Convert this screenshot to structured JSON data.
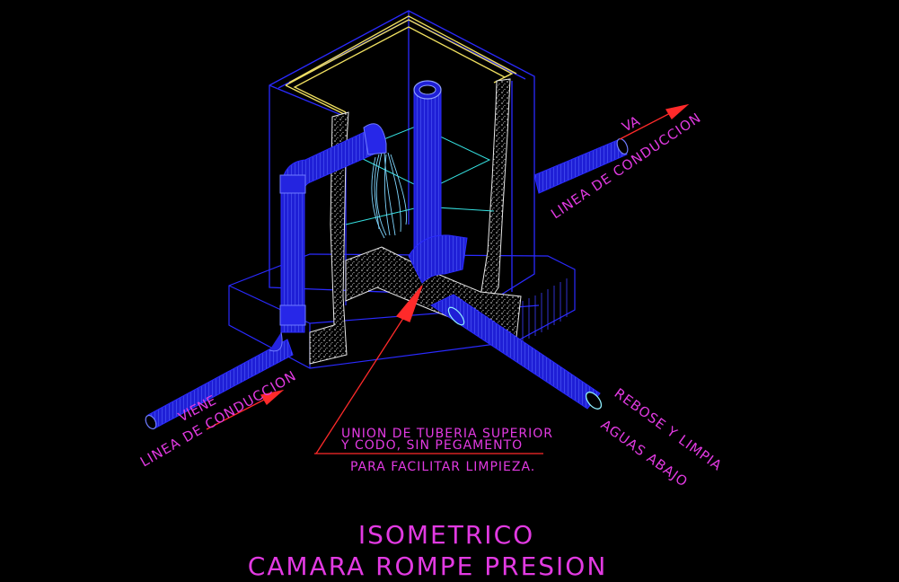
{
  "labels": {
    "va": "VA",
    "linea_out": "LINEA DE CONDUCCION",
    "viene": "VIENE",
    "linea_in": "LINEA DE CONDUCCION",
    "rebose_1": "REBOSE Y LIMPIA",
    "rebose_2": "AGUAS ABAJO",
    "union_1": "UNION DE TUBERIA SUPERIOR",
    "union_2": "Y CODO, SIN PEGAMENTO",
    "union_3": "PARA FACILITAR LIMPIEZA."
  },
  "title": {
    "line1": "ISOMETRICO",
    "line2": "CAMARA ROMPE PRESION"
  },
  "colors": {
    "background": "#000000",
    "structure": "#2a2aff",
    "pipe": "#2b2bff",
    "pipe_highlight": "#6f7bff",
    "wall_concrete": "#c9c9c9",
    "water": "#35e0e0",
    "rim": "#f0e060",
    "text": "#e23ae2",
    "arrow": "#ff2a2a"
  }
}
